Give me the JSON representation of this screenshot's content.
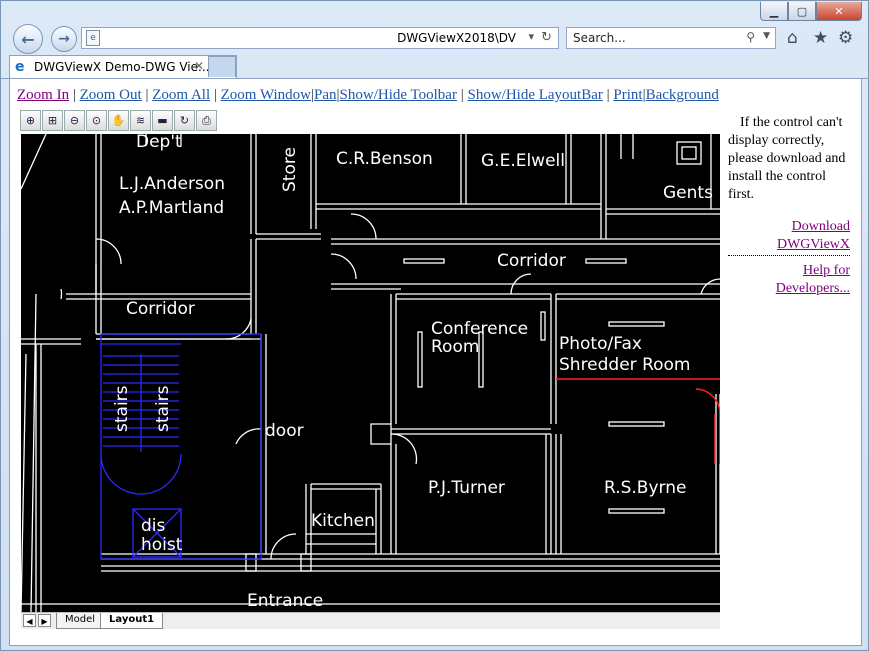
{
  "browser": {
    "address": "DWGViewX2018\\DV",
    "search_placeholder": "Search...",
    "tab_title": "DWGViewX Demo-DWG Vie...",
    "tab_close": "✕",
    "back_icon": "back-arrow-icon",
    "forward_icon": "forward-arrow-icon"
  },
  "nav_links": [
    {
      "label": "Zoom In",
      "visited": true
    },
    {
      "label": "Zoom Out",
      "visited": false
    },
    {
      "label": "Zoom All",
      "visited": false
    },
    {
      "label": "Zoom Window",
      "visited": false
    },
    {
      "label": "Pan",
      "visited": false
    },
    {
      "label": "Show/Hide Toolbar",
      "visited": false
    },
    {
      "label": "Show/Hide LayoutBar",
      "visited": false
    },
    {
      "label": "Print",
      "visited": false
    },
    {
      "label": "Background",
      "visited": false
    }
  ],
  "toolbar_icons": [
    "zoom-in-icon",
    "zoom-window-icon",
    "zoom-out-icon",
    "zoom-all-icon",
    "pan-icon",
    "layers-icon",
    "background-color-icon",
    "regen-icon",
    "print-icon"
  ],
  "drawing": {
    "rooms": {
      "dept": "Dep't",
      "anderson": "L.J.Anderson",
      "martland": "A.P.Martland",
      "store": "Store",
      "benson": "C.R.Benson",
      "elwell": "G.E.Elwell",
      "gents": "Gents",
      "corridor_top": "Corridor",
      "corridor_left": "Corridor",
      "conference1": "Conference",
      "conference2": "Room",
      "photo1": "Photo/Fax",
      "photo2": "Shredder Room",
      "stairs1": "stairs",
      "stairs2": "stairs",
      "door": "door",
      "turner": "P.J.Turner",
      "byrne": "R.S.Byrne",
      "kitchen": "Kitchen",
      "dis": "dis",
      "hoist": "hoist",
      "entrance": "Entrance"
    },
    "colors": {
      "wall": "#ffffff",
      "stairs": "#2a2aff",
      "red": "#ff2020",
      "bg": "#000000"
    }
  },
  "layout_tabs": [
    {
      "label": "Model",
      "active": false
    },
    {
      "label": "Layout1",
      "active": true
    }
  ],
  "sidebar": {
    "intro": "If the control can't display correctly, please download and install the control first.",
    "download_link": "Download DWGViewX",
    "help_link": "Help for Developers..."
  }
}
